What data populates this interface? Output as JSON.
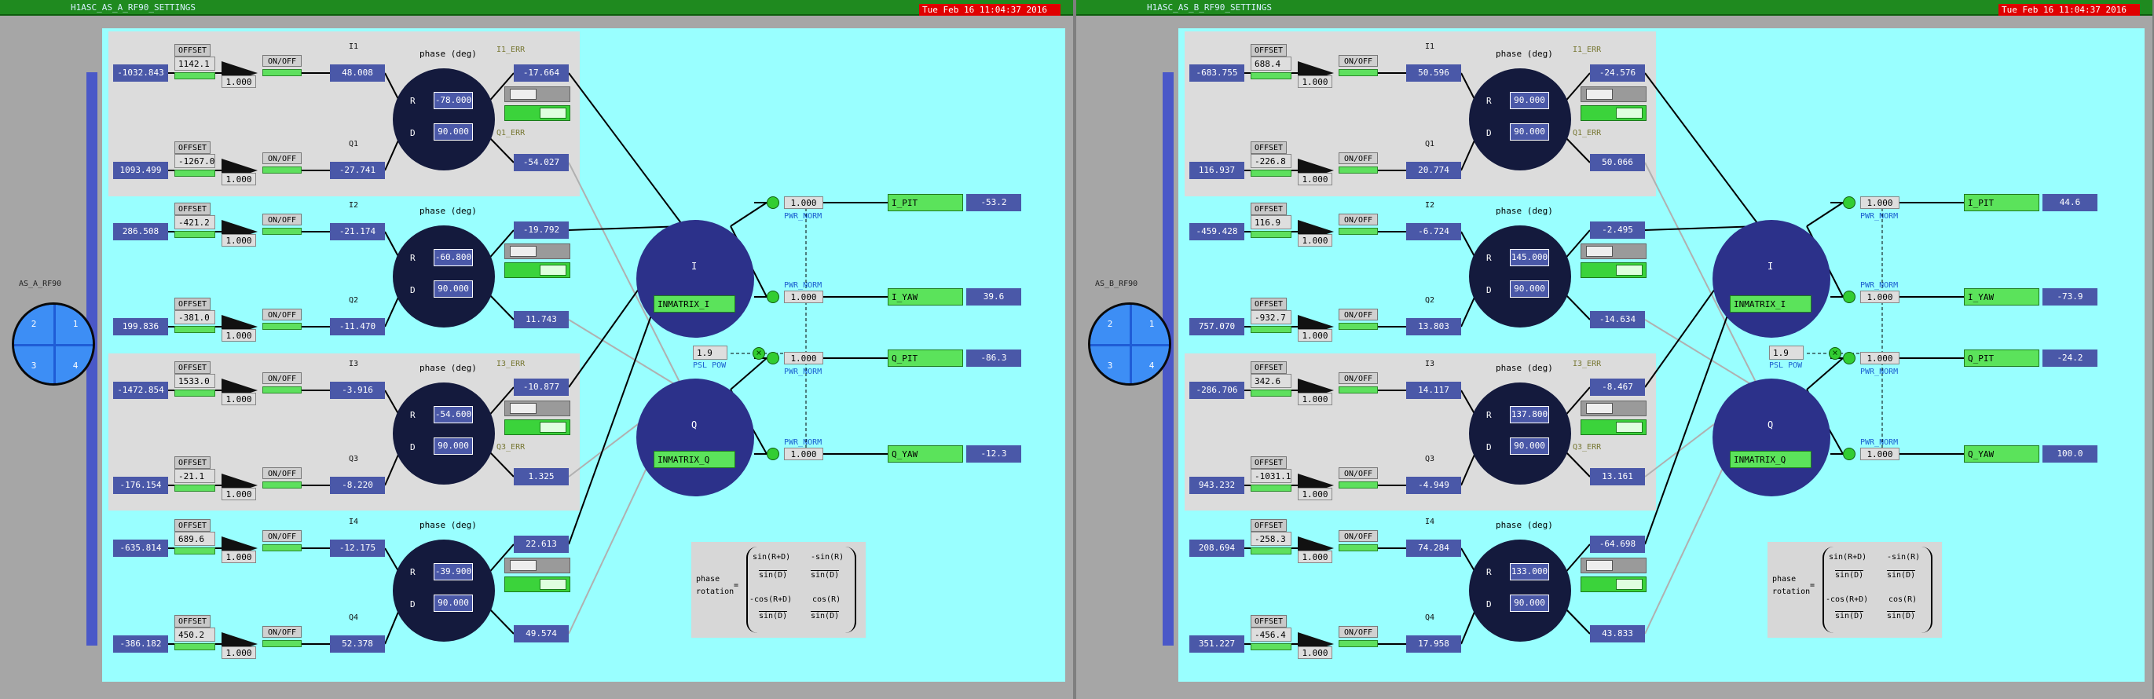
{
  "colors": {
    "background": "#99ffff",
    "band": "#dcdcdc",
    "value_box": "#4a58a8",
    "title_bar": "#1f8a1f",
    "timestamp": "#e00000",
    "green": "#5be35b"
  },
  "windows": [
    {
      "title": "H1ASC_AS_A_RF90_SETTINGS",
      "timestamp": "Tue Feb 16 11:04:37 2016",
      "sensor_label": "AS_A_RF90",
      "quadrants": [
        "2",
        "1",
        "3",
        "4"
      ],
      "offset_label": "OFFSET",
      "onoff_label": "ON/OFF",
      "phase_label": "phase (deg)",
      "r_label": "R",
      "d_label": "D",
      "channels": [
        {
          "input": "-1032.843",
          "offset": "1142.1",
          "gain": "1.000",
          "name": "I1",
          "output": "48.008"
        },
        {
          "input": "1093.499",
          "offset": "-1267.0",
          "gain": "1.000",
          "name": "Q1",
          "output": "-27.741"
        },
        {
          "input": "286.508",
          "offset": "-421.2",
          "gain": "1.000",
          "name": "I2",
          "output": "-21.174"
        },
        {
          "input": "199.836",
          "offset": "-381.0",
          "gain": "1.000",
          "name": "Q2",
          "output": "-11.470"
        },
        {
          "input": "-1472.854",
          "offset": "1533.0",
          "gain": "1.000",
          "name": "I3",
          "output": "-3.916"
        },
        {
          "input": "-176.154",
          "offset": "-21.1",
          "gain": "1.000",
          "name": "Q3",
          "output": "-8.220"
        },
        {
          "input": "-635.814",
          "offset": "689.6",
          "gain": "1.000",
          "name": "I4",
          "output": "-12.175"
        },
        {
          "input": "-386.182",
          "offset": "450.2",
          "gain": "1.000",
          "name": "Q4",
          "output": "52.378"
        }
      ],
      "rotations": [
        {
          "r": "-78.000",
          "d": "90.000",
          "i_err": "I1_ERR",
          "q_err": "Q1_ERR",
          "i_out": "-17.664",
          "q_out": "-54.027"
        },
        {
          "r": "-60.800",
          "d": "90.000",
          "i_err": "",
          "q_err": "",
          "i_out": "-19.792",
          "q_out": "11.743"
        },
        {
          "r": "-54.600",
          "d": "90.000",
          "i_err": "I3_ERR",
          "q_err": "Q3_ERR",
          "i_out": "-10.877",
          "q_out": "1.325"
        },
        {
          "r": "-39.900",
          "d": "90.000",
          "i_err": "",
          "q_err": "",
          "i_out": "22.613",
          "q_out": "49.574"
        }
      ],
      "sum_i": {
        "label": "I",
        "button": "INMATRIX_I"
      },
      "sum_q": {
        "label": "Q",
        "button": "INMATRIX_Q"
      },
      "psl_pow": {
        "value": "1.9",
        "label": "PSL POW"
      },
      "pwr_norm_label": "PWR_NORM",
      "norms": [
        "1.000",
        "1.000",
        "1.000",
        "1.000"
      ],
      "outputs": [
        {
          "label": "I_PIT",
          "value": "-53.2"
        },
        {
          "label": "I_YAW",
          "value": "39.6"
        },
        {
          "label": "Q_PIT",
          "value": "-86.3"
        },
        {
          "label": "Q_YAW",
          "value": "-12.3"
        }
      ],
      "matrix": {
        "title1": "phase",
        "title2": "rotation",
        "eq": "=",
        "a_num": "sin(R+D)",
        "a_den": "sin(D)",
        "b_num": "-sin(R)",
        "b_den": "sin(D)",
        "c_num": "-cos(R+D)",
        "c_den": "sin(D)",
        "d_num": "cos(R)",
        "d_den": "sin(D)"
      }
    },
    {
      "title": "H1ASC_AS_B_RF90_SETTINGS",
      "timestamp": "Tue Feb 16 11:04:37 2016",
      "sensor_label": "AS_B_RF90",
      "quadrants": [
        "2",
        "1",
        "3",
        "4"
      ],
      "offset_label": "OFFSET",
      "onoff_label": "ON/OFF",
      "phase_label": "phase (deg)",
      "r_label": "R",
      "d_label": "D",
      "channels": [
        {
          "input": "-683.755",
          "offset": "688.4",
          "gain": "1.000",
          "name": "I1",
          "output": "50.596"
        },
        {
          "input": "116.937",
          "offset": "-226.8",
          "gain": "1.000",
          "name": "Q1",
          "output": "20.774"
        },
        {
          "input": "-459.428",
          "offset": "116.9",
          "gain": "1.000",
          "name": "I2",
          "output": "-6.724"
        },
        {
          "input": "757.070",
          "offset": "-932.7",
          "gain": "1.000",
          "name": "Q2",
          "output": "13.803"
        },
        {
          "input": "-286.706",
          "offset": "342.6",
          "gain": "1.000",
          "name": "I3",
          "output": "14.117"
        },
        {
          "input": "943.232",
          "offset": "-1031.1",
          "gain": "1.000",
          "name": "Q3",
          "output": "-4.949"
        },
        {
          "input": "208.694",
          "offset": "-258.3",
          "gain": "1.000",
          "name": "I4",
          "output": "74.284"
        },
        {
          "input": "351.227",
          "offset": "-456.4",
          "gain": "1.000",
          "name": "Q4",
          "output": "17.958"
        }
      ],
      "rotations": [
        {
          "r": "90.000",
          "d": "90.000",
          "i_err": "I1_ERR",
          "q_err": "Q1_ERR",
          "i_out": "-24.576",
          "q_out": "50.066"
        },
        {
          "r": "145.000",
          "d": "90.000",
          "i_err": "",
          "q_err": "",
          "i_out": "-2.495",
          "q_out": "-14.634"
        },
        {
          "r": "137.800",
          "d": "90.000",
          "i_err": "I3_ERR",
          "q_err": "Q3_ERR",
          "i_out": "-8.467",
          "q_out": "13.161"
        },
        {
          "r": "133.000",
          "d": "90.000",
          "i_err": "",
          "q_err": "",
          "i_out": "-64.698",
          "q_out": "43.833"
        }
      ],
      "sum_i": {
        "label": "I",
        "button": "INMATRIX_I"
      },
      "sum_q": {
        "label": "Q",
        "button": "INMATRIX_Q"
      },
      "psl_pow": {
        "value": "1.9",
        "label": "PSL POW"
      },
      "pwr_norm_label": "PWR_NORM",
      "norms": [
        "1.000",
        "1.000",
        "1.000",
        "1.000"
      ],
      "outputs": [
        {
          "label": "I_PIT",
          "value": "44.6"
        },
        {
          "label": "I_YAW",
          "value": "-73.9"
        },
        {
          "label": "Q_PIT",
          "value": "-24.2"
        },
        {
          "label": "Q_YAW",
          "value": "100.0"
        }
      ],
      "matrix": {
        "title1": "phase",
        "title2": "rotation",
        "eq": "=",
        "a_num": "sin(R+D)",
        "a_den": "sin(D)",
        "b_num": "-sin(R)",
        "b_den": "sin(D)",
        "c_num": "-cos(R+D)",
        "c_den": "sin(D)",
        "d_num": "cos(R)",
        "d_den": "sin(D)"
      }
    }
  ]
}
